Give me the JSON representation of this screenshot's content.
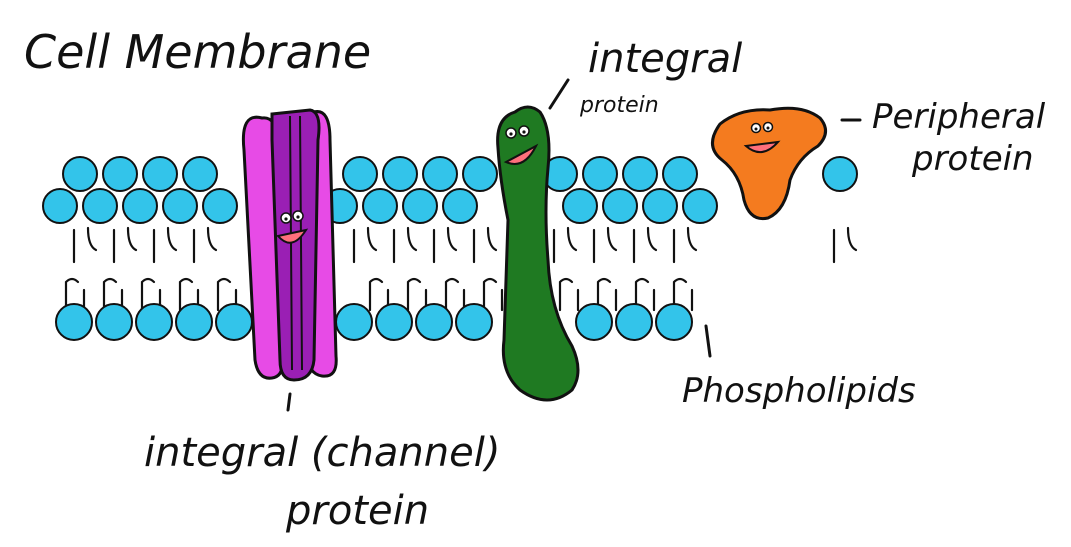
{
  "title": "Cell Membrane",
  "labels": {
    "integral_top_line1": "integral",
    "integral_top_line2": "protein",
    "peripheral_line1": "Peripheral",
    "peripheral_line2": "protein",
    "phospholipids": "Phospholipids",
    "channel_line1": "integral (channel)",
    "channel_line2": "protein"
  },
  "colors": {
    "head": "#33c4ea",
    "outline": "#111111",
    "channel_outer": "#e74be6",
    "channel_inner": "#9a1fb4",
    "integral": "#1f7a22",
    "peripheral": "#f47b1f",
    "mouth": "#ff6f7c"
  },
  "icons": {
    "channel_face": "smiley-face-icon",
    "integral_face": "smiley-face-icon",
    "peripheral_face": "smiley-face-icon"
  }
}
